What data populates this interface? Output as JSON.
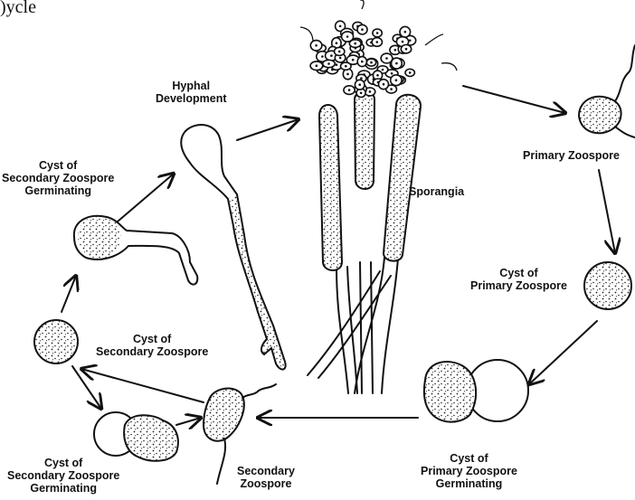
{
  "labels": {
    "hyphal_development": [
      "Hyphal",
      "Development"
    ],
    "cyst_secondary_germinating_top": [
      "Cyst of",
      "Secondary Zoospore",
      "Germinating"
    ],
    "cyst_secondary_zoospore": [
      "Cyst of",
      "Secondary Zoospore"
    ],
    "cyst_secondary_germinating_bottom": [
      "Cyst of",
      "Secondary Zoospore",
      "Germinating"
    ],
    "secondary_zoospore": [
      "Secondary",
      "Zoospore"
    ],
    "sporangia": "Sporangia",
    "primary_zoospore": "Primary Zoospore",
    "cyst_primary_zoospore": [
      "Cyst of",
      "Primary Zoospore"
    ],
    "cyst_primary_germinating": [
      "Cyst of",
      "Primary Zoospore",
      "Germinating"
    ]
  },
  "header_fragment": ")ycle"
}
